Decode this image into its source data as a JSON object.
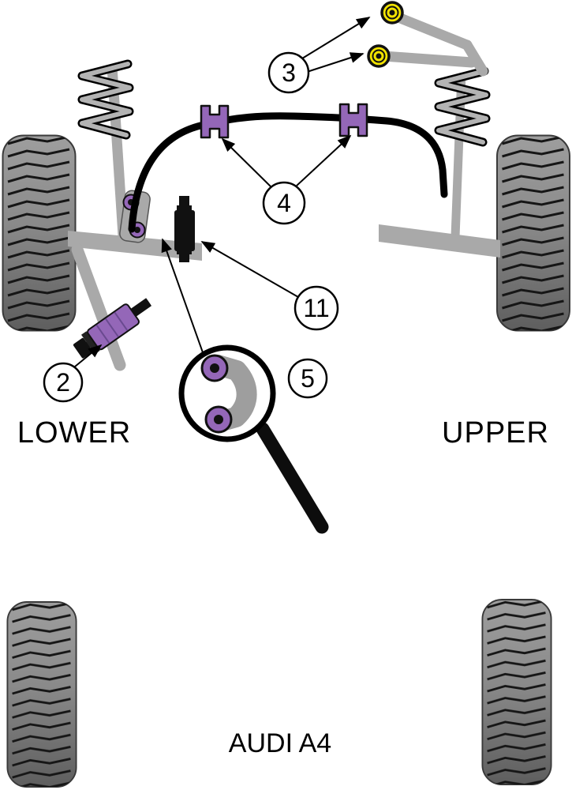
{
  "diagram": {
    "model_label": "AUDI A4",
    "position_labels": {
      "lower": "LOWER",
      "upper": "UPPER"
    },
    "callouts": {
      "c2": "2",
      "c3": "3",
      "c4": "4",
      "c5": "5",
      "c11": "11"
    },
    "colors": {
      "bush_purple": "#9467b8",
      "bush_yellow": "#f2e300",
      "metal_gray": "#a9a9a9",
      "tire_gray": "#8a8a8a",
      "line_black": "#000000"
    }
  }
}
